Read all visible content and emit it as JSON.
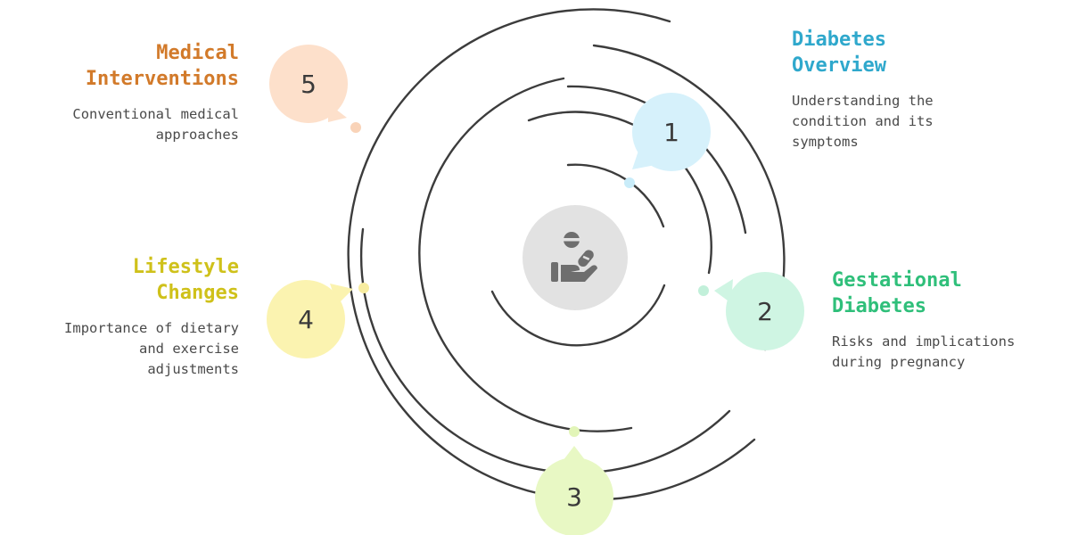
{
  "center_icon": "hand-with-pills-icon",
  "items": [
    {
      "number": "1",
      "title": "Diabetes\nOverview",
      "description": "Understanding the\ncondition and its\nsymptoms",
      "color": "#2fa8cc",
      "bubble": "#d6f1fb",
      "dot": "#c9ecf9"
    },
    {
      "number": "2",
      "title": "Gestational\nDiabetes",
      "description": "Risks and implications\nduring pregnancy",
      "color": "#2fbf7a",
      "bubble": "#cff5e3",
      "dot": "#c2f0da"
    },
    {
      "number": "3",
      "title": "",
      "description": "",
      "color": "#9ccc3a",
      "bubble": "#e8f8c4",
      "dot": "#e2f5b8"
    },
    {
      "number": "4",
      "title": "Lifestyle\nChanges",
      "description": "Importance of dietary\nand exercise\nadjustments",
      "color": "#cfc11a",
      "bubble": "#fbf3b0",
      "dot": "#f7eca0"
    },
    {
      "number": "5",
      "title": "Medical\nInterventions",
      "description": "Conventional medical\napproaches",
      "color": "#d27a2a",
      "bubble": "#fde0cb",
      "dot": "#f9d3b8"
    }
  ]
}
